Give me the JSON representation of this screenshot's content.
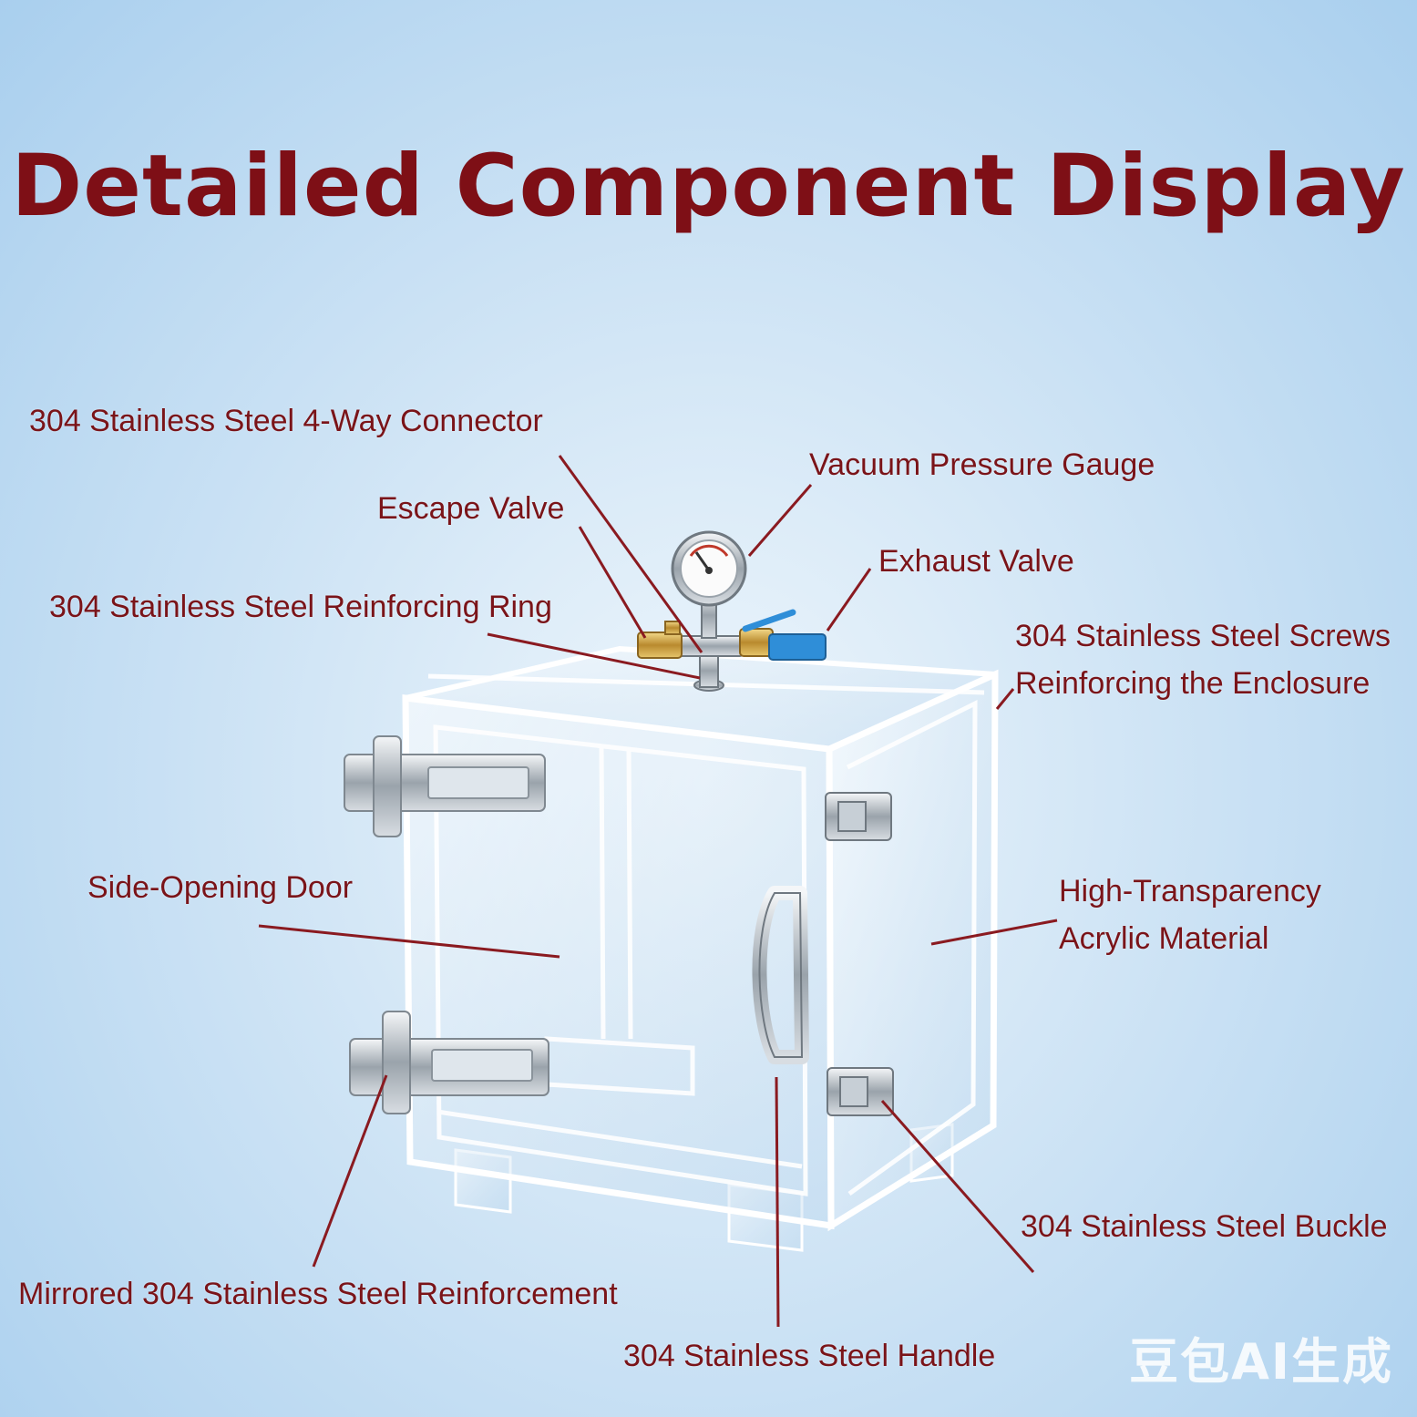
{
  "title": "Detailed Component Display",
  "colors": {
    "accent": "#7e0f16",
    "leader": "#8a1a20",
    "background": "#cfe4f5"
  },
  "labels": {
    "connector": "304 Stainless Steel 4-Way Connector",
    "gauge": "Vacuum Pressure Gauge",
    "escape_valve": "Escape Valve",
    "exhaust_valve": "Exhaust Valve",
    "reinforcing_ring": "304 Stainless Steel Reinforcing Ring",
    "screws_line1": "304 Stainless Steel Screws",
    "screws_line2": "Reinforcing the Enclosure",
    "door": "Side-Opening Door",
    "acrylic_line1": "High-Transparency",
    "acrylic_line2": "Acrylic Material",
    "buckle": "304 Stainless Steel Buckle",
    "mirrored": "Mirrored 304 Stainless Steel Reinforcement",
    "handle": "304 Stainless Steel Handle"
  },
  "watermark": "豆包AI生成"
}
